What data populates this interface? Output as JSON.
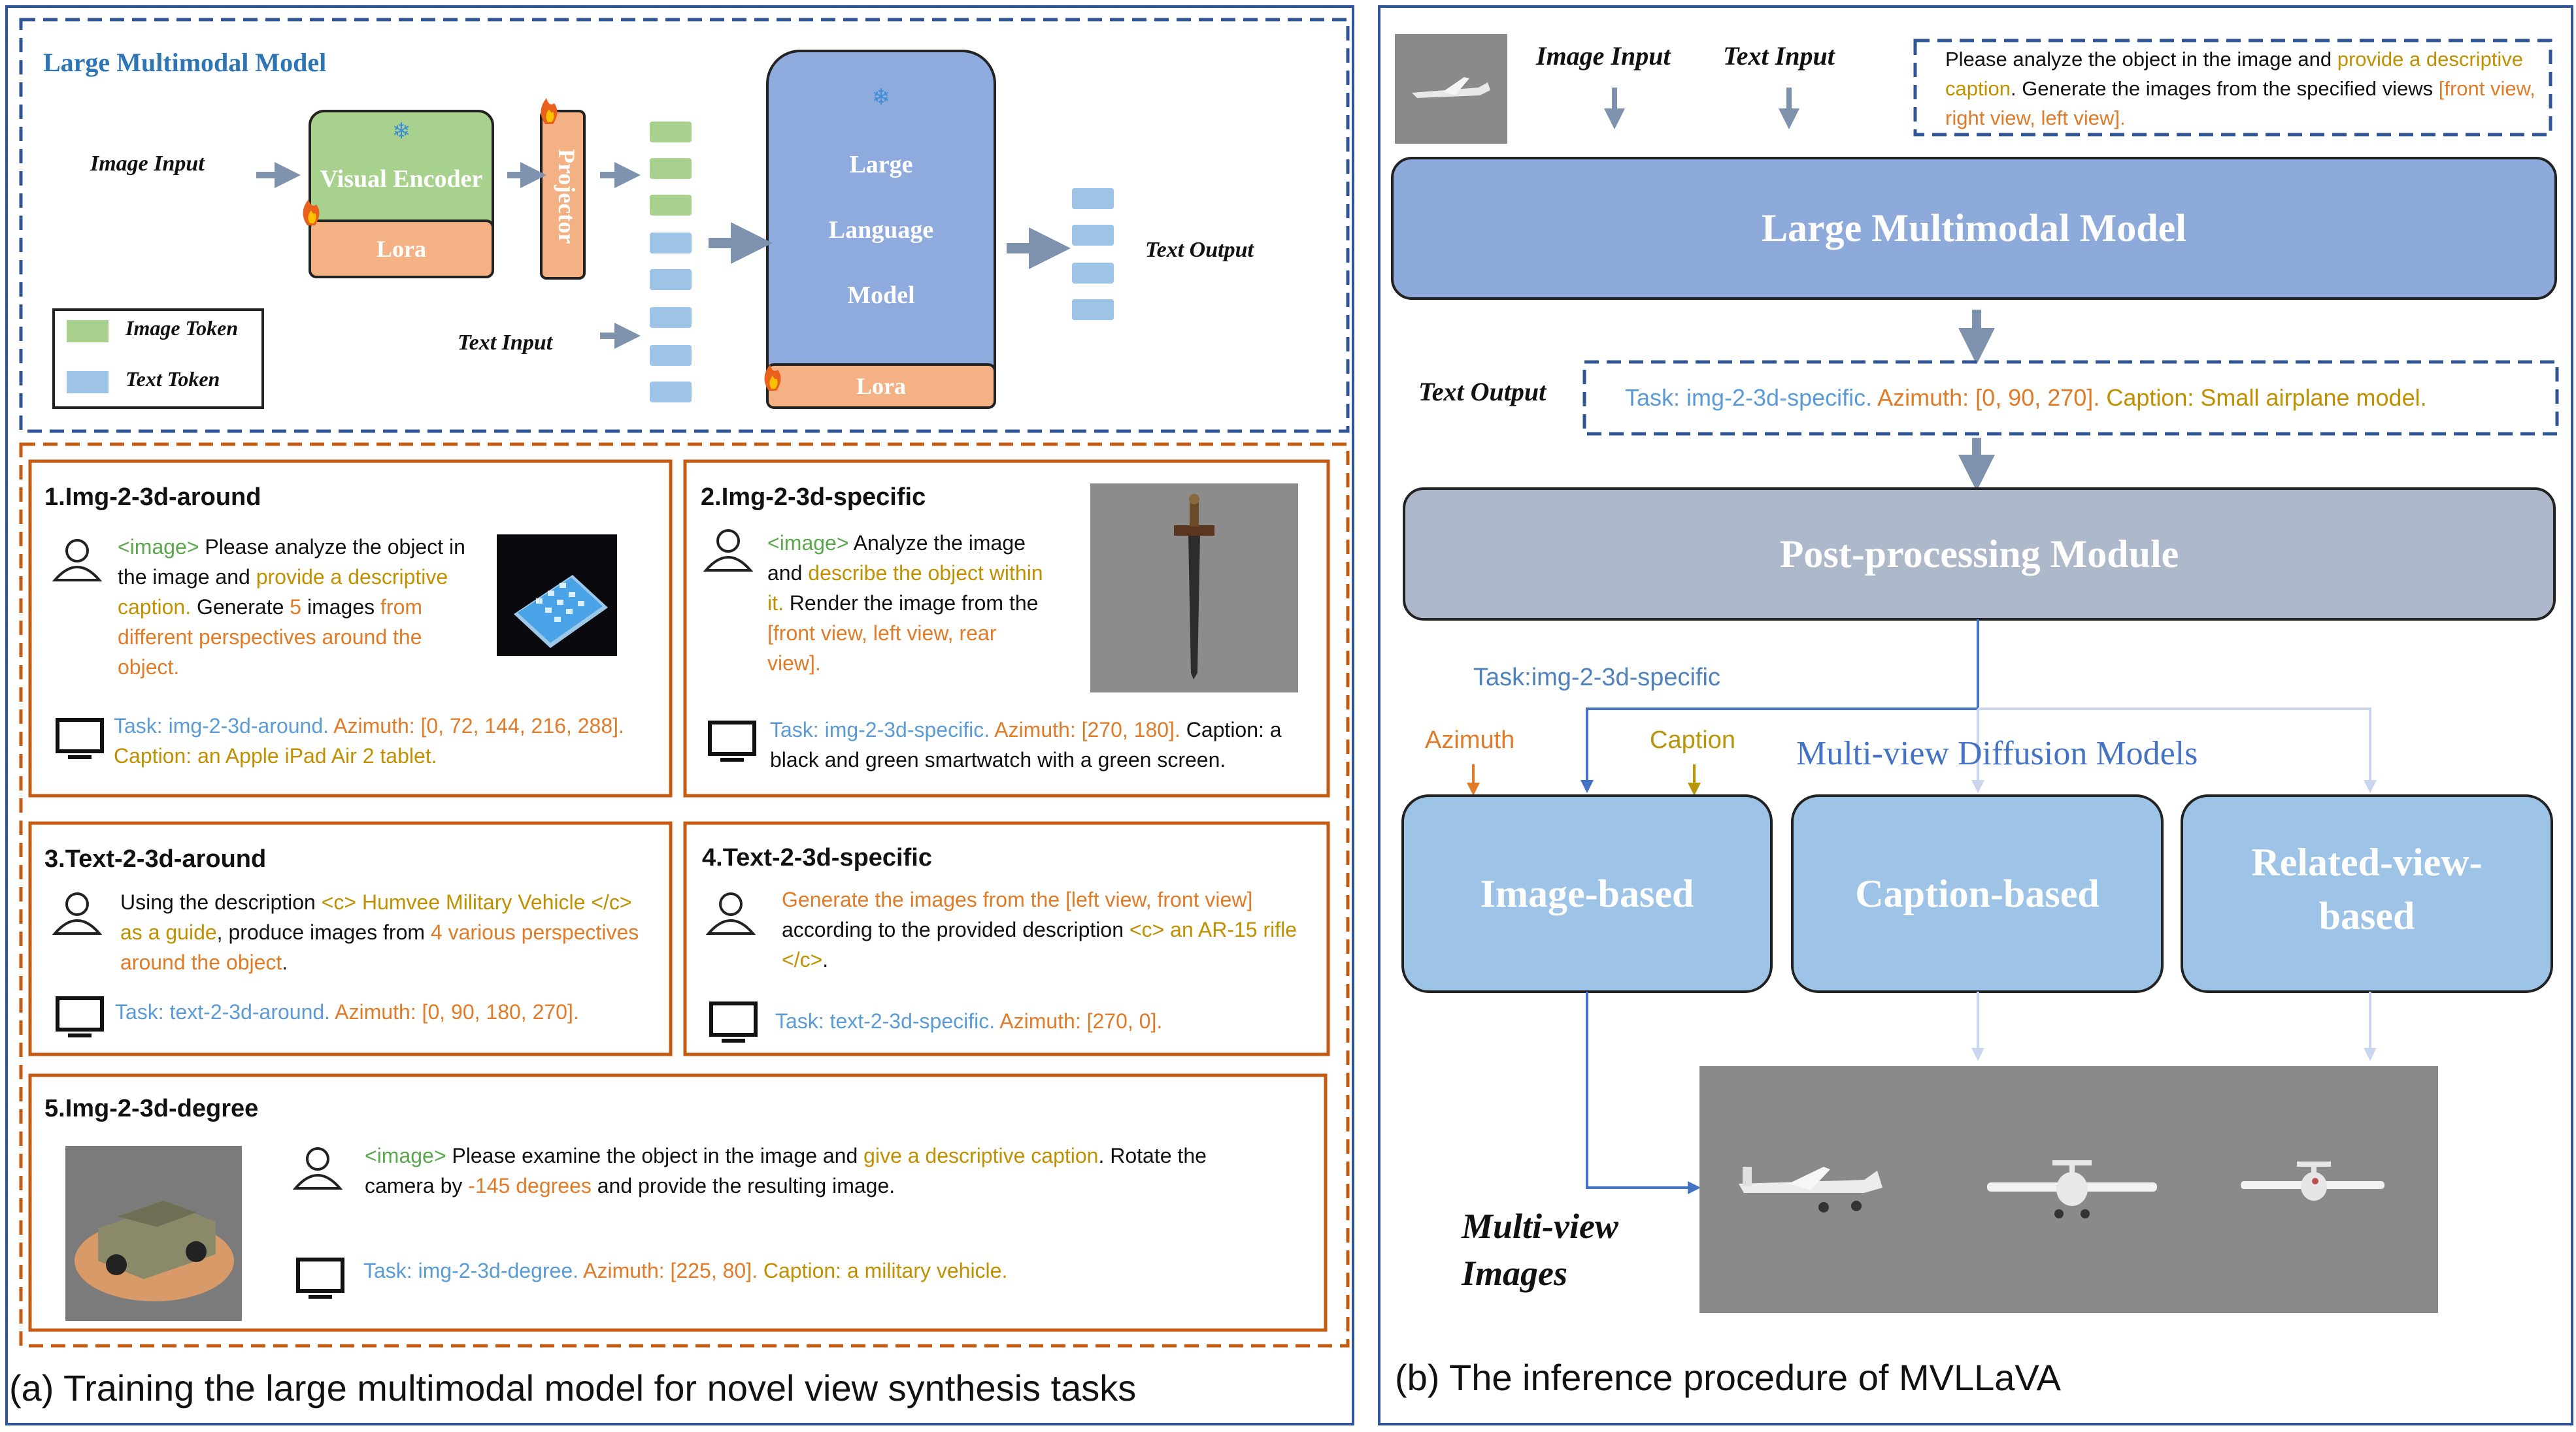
{
  "left": {
    "lmm_title": "Large Multimodal Model",
    "image_input": "Image Input",
    "text_input": "Text Input",
    "visual_encoder": "Visual Encoder",
    "lora1": "Lora",
    "projector": "Projector",
    "llm_line1": "Large",
    "llm_line2": "Language",
    "llm_line3": "Model",
    "lora2": "Lora",
    "text_output": "Text Output",
    "legend_image_token": "Image Token",
    "legend_text_token": "Text Token",
    "caption": "(a) Training the large multimodal model for novel view synthesis tasks"
  },
  "tasks": {
    "t1": {
      "title": "1.Img-2-3d-around",
      "p1": "<image>",
      "p2": " Please analyze the object in the image and ",
      "p3": "provide a descriptive caption.",
      "p4": " Generate ",
      "p5": "5",
      "p6": " images ",
      "p7": "from different perspectives around the object.",
      "o1": "Task: img-2-3d-around.",
      "o2": " Azimuth: [0, 72, 144, 216, 288].",
      "o3": " Caption: an Apple iPad Air 2 tablet."
    },
    "t2": {
      "title": "2.Img-2-3d-specific",
      "p1": "<image>",
      "p2": " Analyze the image and ",
      "p3": "describe the object within it.",
      "p4": " Render the image from the ",
      "p5": "[front view, left view, rear view].",
      "o1": "Task: img-2-3d-specific.",
      "o2": " Azimuth: [270, 180].",
      "o3": " Caption: a black and green smartwatch with a green screen."
    },
    "t3": {
      "title": "3.Text-2-3d-around",
      "p1": "Using the description ",
      "p2": "<c> Humvee Military Vehicle </c> as a guide",
      "p3": ", produce images from ",
      "p4": "4 various perspectives around the object",
      "p5": ".",
      "o1": "Task: text-2-3d-around.",
      "o2": " Azimuth: [0, 90, 180, 270]."
    },
    "t4": {
      "title": "4.Text-2-3d-specific",
      "p1": "Generate the images from the [left view, front view]",
      "p2": " according to the provided description ",
      "p3": "<c> an AR-15 rifle </c>",
      "p4": ".",
      "o1": "Task: text-2-3d-specific.",
      "o2": " Azimuth: [270, 0]."
    },
    "t5": {
      "title": "5.Img-2-3d-degree",
      "p1": "<image>",
      "p2": " Please examine the object in the image and ",
      "p3": "give a descriptive caption",
      "p4": ". Rotate the camera by ",
      "p5": "-145 degrees",
      "p6": " and provide the resulting image.",
      "o1": "Task: img-2-3d-degree.",
      "o2": " Azimuth: [225, 80].",
      "o3": " Caption: a military vehicle."
    }
  },
  "right": {
    "image_input": "Image Input",
    "text_input": "Text Input",
    "prompt_a": "Please analyze the object in the image and ",
    "prompt_b": "provide a descriptive caption",
    "prompt_c": ". Generate the images from the specified views ",
    "prompt_d": "[front view, right view, left view].",
    "lmm": "Large Multimodal Model",
    "text_output_label": "Text Output",
    "out_task": "Task: img-2-3d-specific.",
    "out_azimuth": " Azimuth: [0, 90, 270].",
    "out_caption": " Caption: Small airplane model.",
    "post": "Post-processing Module",
    "task_label": "Task:img-2-3d-specific",
    "azimuth": "Azimuth",
    "caption_lbl": "Caption",
    "mvdm": "Multi-view Diffusion Models",
    "image_based": "Image-based",
    "caption_based": "Caption-based",
    "related_l1": "Related-view-",
    "related_l2": "based",
    "mv_l1": "Multi-view",
    "mv_l2": "Images",
    "caption": "(b) The inference procedure of MVLLaVA"
  },
  "colors": {
    "dash_blue": "#2f5597",
    "dash_orange": "#c55a11",
    "box_blue": "#8eaadb",
    "llm_blue": "#8faadc",
    "green": "#a9d18e",
    "lora": "#f4b183",
    "token_green": "#a9d18e",
    "token_blue": "#9dc3e6",
    "post_gray": "#adb9ca",
    "diff_blue": "#9dc3e6"
  }
}
